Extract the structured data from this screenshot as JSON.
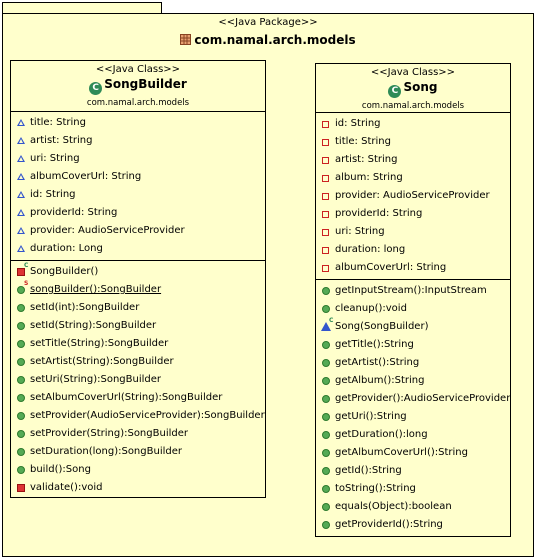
{
  "package": {
    "stereotype": "<<Java Package>>",
    "name": "com.namal.arch.models"
  },
  "song_builder": {
    "stereotype": "<<Java Class>>",
    "name": "SongBuilder",
    "package": "com.namal.arch.models",
    "attributes": [
      "title: String",
      "artist: String",
      "uri: String",
      "albumCoverUrl: String",
      "id: String",
      "providerId: String",
      "provider: AudioServiceProvider",
      "duration: Long"
    ],
    "operations": [
      "SongBuilder()",
      "songBuilder():SongBuilder",
      "setId(int):SongBuilder",
      "setId(String):SongBuilder",
      "setTitle(String):SongBuilder",
      "setArtist(String):SongBuilder",
      "setUri(String):SongBuilder",
      "setAlbumCoverUrl(String):SongBuilder",
      "setProvider(AudioServiceProvider):SongBuilder",
      "setProvider(String):SongBuilder",
      "setDuration(long):SongBuilder",
      "build():Song",
      "validate():void"
    ]
  },
  "song": {
    "stereotype": "<<Java Class>>",
    "name": "Song",
    "package": "com.namal.arch.models",
    "attributes": [
      "id: String",
      "title: String",
      "artist: String",
      "album: String",
      "provider: AudioServiceProvider",
      "providerId: String",
      "uri: String",
      "duration: long",
      "albumCoverUrl: String"
    ],
    "operations": [
      "getInputStream():InputStream",
      "cleanup():void",
      "Song(SongBuilder)",
      "getTitle():String",
      "getArtist():String",
      "getAlbum():String",
      "getProvider():AudioServiceProvider",
      "getUri():String",
      "getDuration():long",
      "getAlbumCoverUrl():String",
      "getId():String",
      "toString():String",
      "equals(Object):boolean",
      "getProviderId():String"
    ]
  }
}
